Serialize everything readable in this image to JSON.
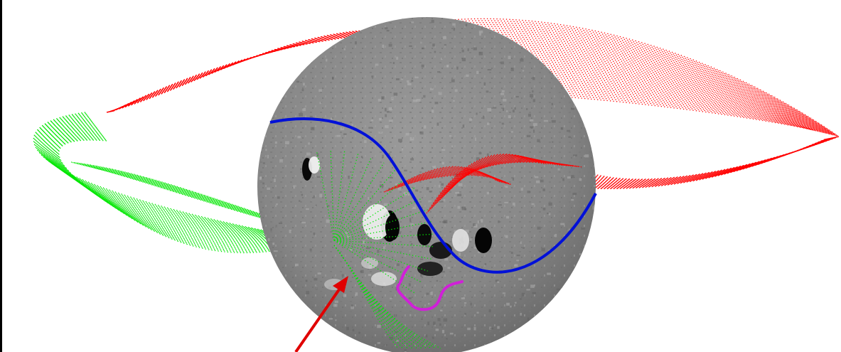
{
  "figure": {
    "kind": "solar magnetogram with traced magnetic field lines",
    "colors": {
      "background": "#ffffff",
      "magnetogram_gray": "#8a8a8a",
      "closed_field_lines": "#ff0000",
      "open_field_lines": "#00e600",
      "current_sheet_line": "#0010d8",
      "region_contour": "#d020d8",
      "pointer_arrow": "#e00000"
    },
    "elements": [
      {
        "name": "solar-disk",
        "icon": "sphere"
      },
      {
        "name": "red-field-line-fan",
        "icon": "dotted-curves"
      },
      {
        "name": "green-field-line-fan",
        "icon": "dotted-curves"
      },
      {
        "name": "blue-neutral-line",
        "icon": "curve"
      },
      {
        "name": "magenta-contour",
        "icon": "curve"
      },
      {
        "name": "red-arrow",
        "icon": "arrow"
      }
    ]
  }
}
